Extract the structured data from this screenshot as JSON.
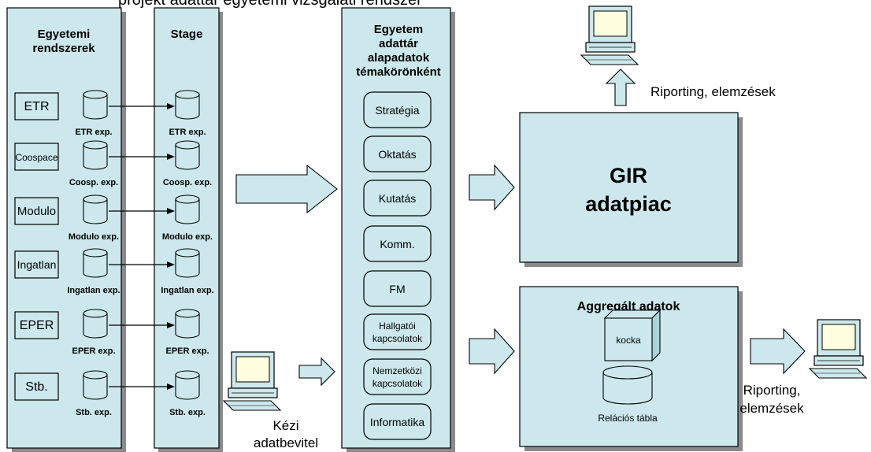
{
  "header_text": "projekt adattár egyetemi vizsgálati rendszer",
  "source_panel": {
    "title_line1": "Egyetemi",
    "title_line2": "rendszerek",
    "systems": [
      {
        "label": "ETR",
        "export_label": "ETR exp."
      },
      {
        "label": "Coospace",
        "export_label": "Coosp. exp."
      },
      {
        "label": "Modulo",
        "export_label": "Modulo exp."
      },
      {
        "label": "Ingatlan",
        "export_label": "Ingatlan exp."
      },
      {
        "label": "EPER",
        "export_label": "EPER exp."
      },
      {
        "label": "Stb.",
        "export_label": "Stb. exp."
      }
    ]
  },
  "stage_panel": {
    "title": "Stage",
    "exports": [
      "ETR exp.",
      "Coosp. exp.",
      "Modulo exp.",
      "Ingatlan exp.",
      "EPER exp.",
      "Stb. exp."
    ]
  },
  "warehouse_panel": {
    "title_lines": [
      "Egyetem",
      "adattár",
      "alapadatok",
      "témakörönként"
    ],
    "topics": [
      {
        "lines": [
          "Stratégia"
        ]
      },
      {
        "lines": [
          "Oktatás"
        ]
      },
      {
        "lines": [
          "Kutatás"
        ]
      },
      {
        "lines": [
          "Komm."
        ]
      },
      {
        "lines": [
          "FM"
        ]
      },
      {
        "lines": [
          "Hallgatói",
          "kapcsolatok"
        ]
      },
      {
        "lines": [
          "Nemzetközi",
          "kapcsolatok"
        ]
      },
      {
        "lines": [
          "Informatika"
        ]
      }
    ]
  },
  "manual_input": {
    "line1": "Kézi",
    "line2": "adatbevitel"
  },
  "datamart": {
    "line1": "GIR",
    "line2": "adatpiac",
    "reporting": "Riporting, elemzések"
  },
  "aggregated": {
    "title": "Aggregált adatok",
    "cube_label": "kocka",
    "table_label": "Relációs tábla",
    "reporting_line1": "Riporting,",
    "reporting_line2": "elemzések"
  }
}
